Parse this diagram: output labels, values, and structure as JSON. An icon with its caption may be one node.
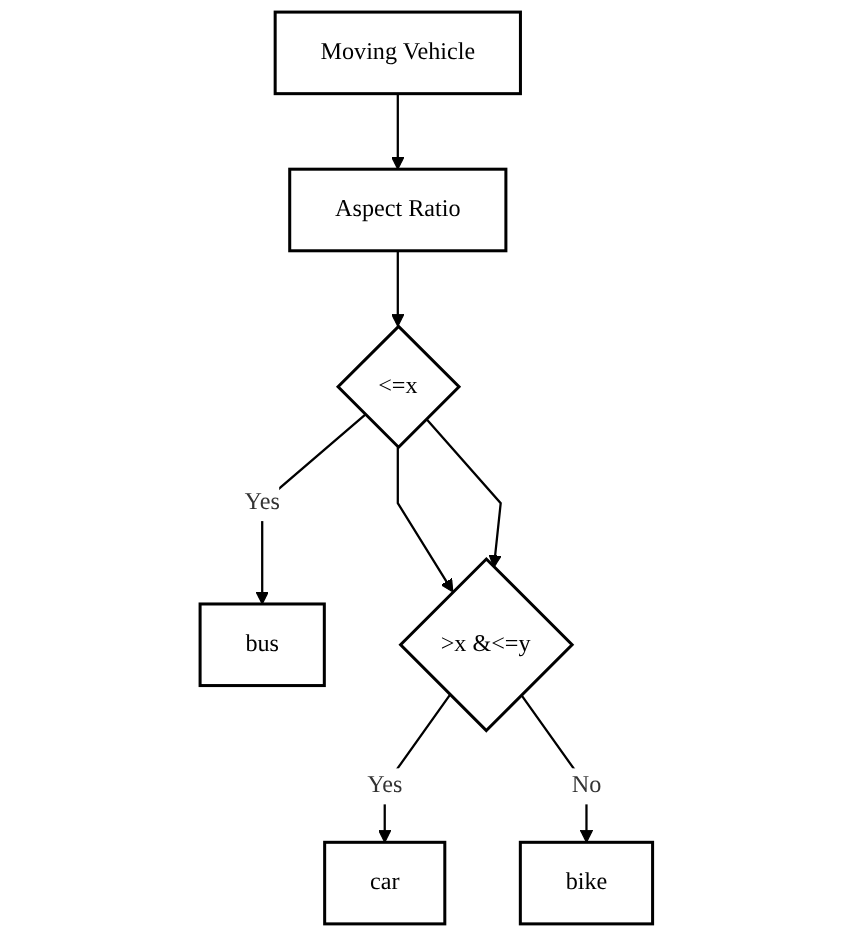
{
  "diagram": {
    "nodes": [
      {
        "text": [
          "Moving Vehicle"
        ]
      },
      {
        "text": [
          "Aspect Ratio"
        ]
      },
      {
        "text": [
          "<=x"
        ]
      },
      {
        "text": [
          "bus"
        ]
      },
      {
        "text": [
          ">x &<=y"
        ]
      },
      {
        "text": [
          "car"
        ]
      },
      {
        "text": [
          "bike"
        ]
      }
    ],
    "edges": [
      {
        "from": 0,
        "to": 1,
        "arrow": "to"
      },
      {
        "from": 1,
        "to": 2,
        "arrow": "to"
      },
      {
        "from": 2,
        "to": 3,
        "label": "Yes",
        "arrow": "to"
      },
      {
        "from": 2,
        "to": 4,
        "arrow": "to"
      },
      {
        "from": 2,
        "to": 4,
        "arrow": "to"
      },
      {
        "from": 4,
        "to": 5,
        "label": "Yes",
        "arrow": "to"
      },
      {
        "from": 4,
        "to": 6,
        "label": "No",
        "arrow": "to"
      }
    ]
  }
}
